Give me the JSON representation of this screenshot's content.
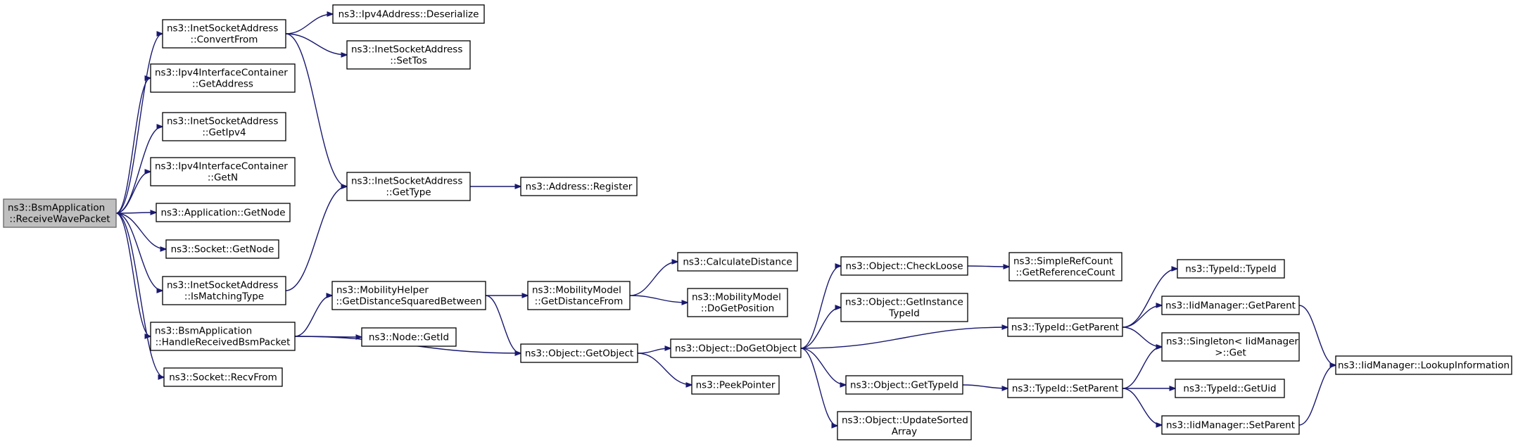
{
  "graph": {
    "title": "",
    "nodes": [
      {
        "id": "root",
        "lines": [
          "ns3::BsmApplication",
          "::ReceiveWavePacket"
        ],
        "highlight": true
      },
      {
        "id": "convertFrom",
        "lines": [
          "ns3::InetSocketAddress",
          "::ConvertFrom"
        ]
      },
      {
        "id": "ipv4GetAddress",
        "lines": [
          "ns3::Ipv4InterfaceContainer",
          "::GetAddress"
        ]
      },
      {
        "id": "getIpv4",
        "lines": [
          "ns3::InetSocketAddress",
          "::GetIpv4"
        ]
      },
      {
        "id": "ipv4GetN",
        "lines": [
          "ns3::Ipv4InterfaceContainer",
          "::GetN"
        ]
      },
      {
        "id": "appGetNode",
        "lines": [
          "ns3::Application::GetNode"
        ]
      },
      {
        "id": "socketGetNode",
        "lines": [
          "ns3::Socket::GetNode"
        ]
      },
      {
        "id": "isMatchingType",
        "lines": [
          "ns3::InetSocketAddress",
          "::IsMatchingType"
        ]
      },
      {
        "id": "handleReceived",
        "lines": [
          "ns3::BsmApplication",
          "::HandleReceivedBsmPacket"
        ]
      },
      {
        "id": "recvFrom",
        "lines": [
          "ns3::Socket::RecvFrom"
        ]
      },
      {
        "id": "ipv4Deserialize",
        "lines": [
          "ns3::Ipv4Address::Deserialize"
        ]
      },
      {
        "id": "setTos",
        "lines": [
          "ns3::InetSocketAddress",
          "::SetTos"
        ]
      },
      {
        "id": "getType",
        "lines": [
          "ns3::InetSocketAddress",
          "::GetType"
        ]
      },
      {
        "id": "addressRegister",
        "lines": [
          "ns3::Address::Register"
        ]
      },
      {
        "id": "getDistSq",
        "lines": [
          "ns3::MobilityHelper",
          "::GetDistanceSquaredBetween"
        ]
      },
      {
        "id": "nodeGetId",
        "lines": [
          "ns3::Node::GetId"
        ]
      },
      {
        "id": "getObject",
        "lines": [
          "ns3::Object::GetObject"
        ]
      },
      {
        "id": "calcDistance",
        "lines": [
          "ns3::CalculateDistance"
        ]
      },
      {
        "id": "getDistanceFrom",
        "lines": [
          "ns3::MobilityModel",
          "::GetDistanceFrom"
        ]
      },
      {
        "id": "doGetPosition",
        "lines": [
          "ns3::MobilityModel",
          "::DoGetPosition"
        ]
      },
      {
        "id": "doGetObject",
        "lines": [
          "ns3::Object::DoGetObject"
        ]
      },
      {
        "id": "peekPointer",
        "lines": [
          "ns3::PeekPointer"
        ]
      },
      {
        "id": "checkLoose",
        "lines": [
          "ns3::Object::CheckLoose"
        ]
      },
      {
        "id": "getInstanceTypeId",
        "lines": [
          "ns3::Object::GetInstance",
          "TypeId"
        ]
      },
      {
        "id": "objGetTypeId",
        "lines": [
          "ns3::Object::GetTypeId"
        ]
      },
      {
        "id": "updateSorted",
        "lines": [
          "ns3::Object::UpdateSorted",
          "Array"
        ]
      },
      {
        "id": "getRefCount",
        "lines": [
          "ns3::SimpleRefCount",
          "::GetReferenceCount"
        ]
      },
      {
        "id": "typeIdGetParent",
        "lines": [
          "ns3::TypeId::GetParent"
        ]
      },
      {
        "id": "typeIdSetParent",
        "lines": [
          "ns3::TypeId::SetParent"
        ]
      },
      {
        "id": "typeIdCtor",
        "lines": [
          "ns3::TypeId::TypeId"
        ]
      },
      {
        "id": "iidGetParent",
        "lines": [
          "ns3::IidManager::GetParent"
        ]
      },
      {
        "id": "singletonGet",
        "lines": [
          "ns3::Singleton< IidManager",
          " >::Get"
        ]
      },
      {
        "id": "typeIdGetUid",
        "lines": [
          "ns3::TypeId::GetUid"
        ]
      },
      {
        "id": "iidSetParent",
        "lines": [
          "ns3::IidManager::SetParent"
        ]
      },
      {
        "id": "lookupInfo",
        "lines": [
          "ns3::IidManager::LookupInformation"
        ]
      }
    ],
    "edges": [
      [
        "root",
        "convertFrom"
      ],
      [
        "root",
        "ipv4GetAddress"
      ],
      [
        "root",
        "getIpv4"
      ],
      [
        "root",
        "ipv4GetN"
      ],
      [
        "root",
        "appGetNode"
      ],
      [
        "root",
        "socketGetNode"
      ],
      [
        "root",
        "isMatchingType"
      ],
      [
        "root",
        "handleReceived"
      ],
      [
        "root",
        "recvFrom"
      ],
      [
        "convertFrom",
        "ipv4Deserialize"
      ],
      [
        "convertFrom",
        "setTos"
      ],
      [
        "convertFrom",
        "getType"
      ],
      [
        "isMatchingType",
        "getType"
      ],
      [
        "getType",
        "addressRegister"
      ],
      [
        "handleReceived",
        "getDistSq"
      ],
      [
        "handleReceived",
        "nodeGetId"
      ],
      [
        "handleReceived",
        "getObject"
      ],
      [
        "getDistSq",
        "getDistanceFrom"
      ],
      [
        "getDistSq",
        "getObject"
      ],
      [
        "getDistanceFrom",
        "calcDistance"
      ],
      [
        "getDistanceFrom",
        "doGetPosition"
      ],
      [
        "getObject",
        "doGetObject"
      ],
      [
        "getObject",
        "peekPointer"
      ],
      [
        "doGetObject",
        "checkLoose"
      ],
      [
        "doGetObject",
        "getInstanceTypeId"
      ],
      [
        "doGetObject",
        "typeIdGetParent"
      ],
      [
        "doGetObject",
        "objGetTypeId"
      ],
      [
        "doGetObject",
        "updateSorted"
      ],
      [
        "checkLoose",
        "getRefCount"
      ],
      [
        "objGetTypeId",
        "typeIdSetParent"
      ],
      [
        "typeIdGetParent",
        "typeIdCtor"
      ],
      [
        "typeIdGetParent",
        "iidGetParent"
      ],
      [
        "typeIdGetParent",
        "singletonGet"
      ],
      [
        "typeIdSetParent",
        "singletonGet"
      ],
      [
        "typeIdSetParent",
        "typeIdGetUid"
      ],
      [
        "typeIdSetParent",
        "iidSetParent"
      ],
      [
        "iidGetParent",
        "lookupInfo"
      ],
      [
        "iidSetParent",
        "lookupInfo"
      ]
    ]
  },
  "colors": {
    "edge": "#191970",
    "root_fill": "#bfbfbf",
    "node_fill": "#ffffff"
  }
}
